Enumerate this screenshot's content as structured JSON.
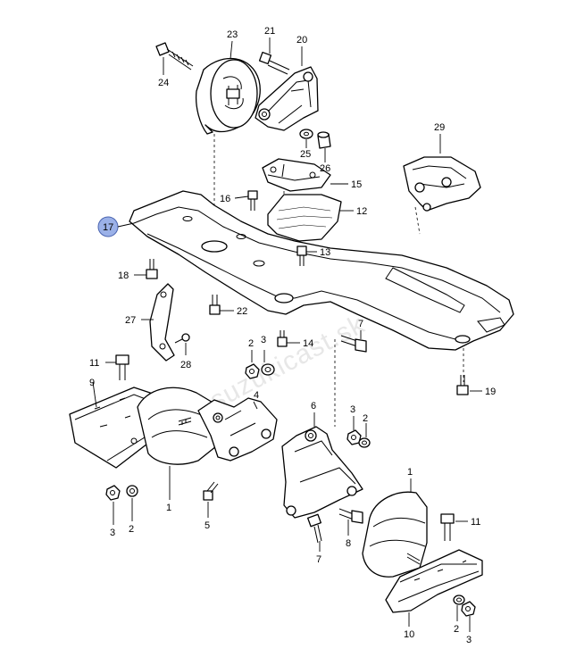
{
  "watermark": "www.suzukicast.sk",
  "highlight_color": "#9bb1e8",
  "callouts": {
    "c1a": "1",
    "c1b": "1",
    "c2a": "2",
    "c2b": "2",
    "c2c": "2",
    "c2d": "2",
    "c3a": "3",
    "c3b": "3",
    "c3c": "3",
    "c3d": "3",
    "c4": "4",
    "c5": "5",
    "c6": "6",
    "c7a": "7",
    "c7b": "7",
    "c8": "8",
    "c9": "9",
    "c10": "10",
    "c11a": "11",
    "c11b": "11",
    "c12": "12",
    "c13": "13",
    "c14": "14",
    "c15": "15",
    "c16": "16",
    "c17": "17",
    "c18": "18",
    "c19": "19",
    "c20": "20",
    "c21": "21",
    "c22": "22",
    "c23": "23",
    "c24": "24",
    "c25": "25",
    "c26": "26",
    "c27": "27",
    "c28": "28",
    "c29": "29"
  }
}
